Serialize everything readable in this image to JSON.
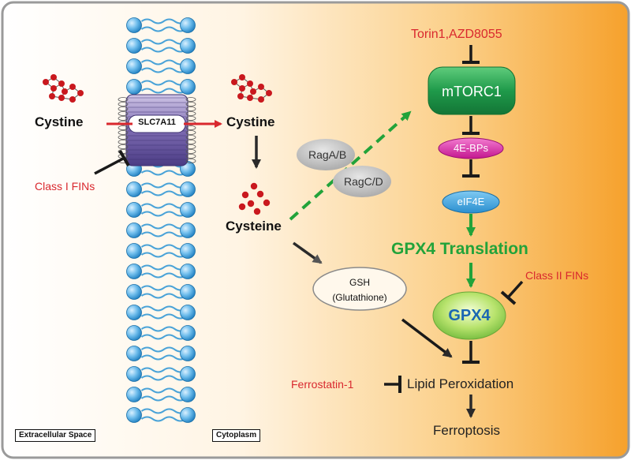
{
  "labels": {
    "cystine_outside": "Cystine",
    "cystine_inside": "Cystine",
    "transporter": "SLC7A11",
    "class1": "Class I FINs",
    "cysteine": "Cysteine",
    "rag_ab": "RagA/B",
    "rag_cd": "RagC/D",
    "torin": "Torin1,AZD8055",
    "mtorc1": "mTORC1",
    "fourebps": "4E-BPs",
    "eif4e": "eIF4E",
    "gpx4_translation": "GPX4 Translation",
    "class2": "Class II FINs",
    "gpx4": "GPX4",
    "gsh": "GSH",
    "gsh_sub": "(Glutathione)",
    "ferrostatin": "Ferrostatin-1",
    "lipid": "Lipid Peroxidation",
    "ferroptosis": "Ferroptosis",
    "extracellular": "Extracellular Space",
    "cytoplasm": "Cytoplasm"
  },
  "colors": {
    "inhibitor_red": "#d9282e",
    "green_path": "#22a33a",
    "mtorc1_green": "#1f9a4a",
    "gpx4_text": "#1b67b3",
    "bg_orange": "#f6a12c",
    "lipid_bead": "#5fb1e4"
  }
}
